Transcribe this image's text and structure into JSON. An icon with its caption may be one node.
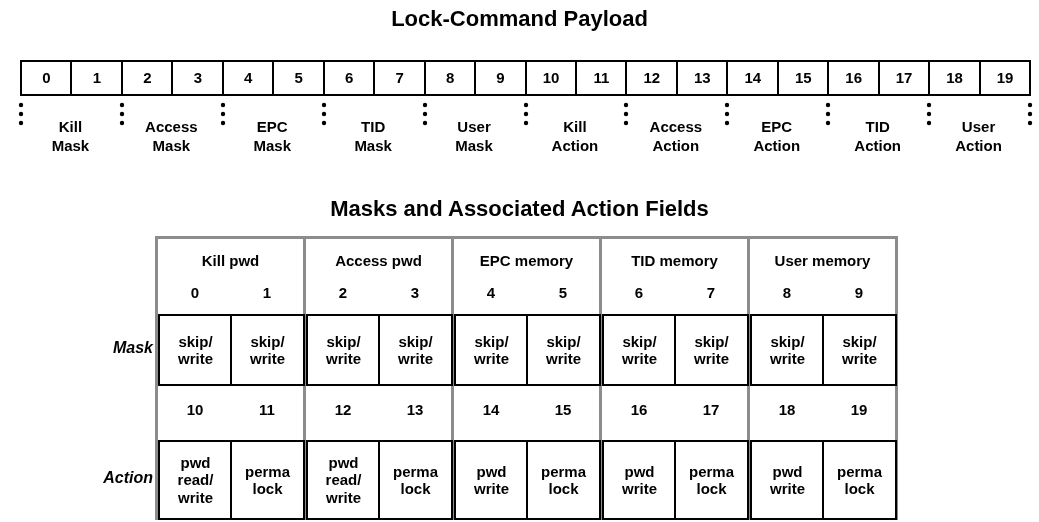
{
  "diagram": {
    "title": "Lock-Command Payload",
    "labels": [
      "0",
      "1",
      "2",
      "3",
      "4",
      "5",
      "6",
      "7",
      "8",
      "9",
      "10",
      "11",
      "12",
      "13",
      "14",
      "15",
      "16",
      "17",
      "18",
      "19",
      "Kill Mask",
      "Access Mask",
      "EPC Mask",
      "TID Mask",
      "User Mask",
      "Kill Action",
      "Access Action",
      "EPC Action",
      "TID Action",
      "User Action",
      "Masks and Associated Action Fields",
      "Kill pwd",
      "Access pwd",
      "EPC memory",
      "TID memory",
      "User memory",
      "0",
      "1",
      "2",
      "3",
      "4",
      "5",
      "6",
      "7",
      "8",
      "9",
      "Mask",
      "skip/ write",
      "skip/ write",
      "skip/ write",
      "skip/ write",
      "skip/ write",
      "skip/ write",
      "skip/ write",
      "skip/ write",
      "skip/ write",
      "skip/ write",
      "10",
      "11",
      "12",
      "13",
      "14",
      "15",
      "16",
      "17",
      "18",
      "19",
      "Action",
      "pwd read/ write",
      "perma lock",
      "pwd read/ write",
      "perma lock",
      "pwd write",
      "perma lock",
      "pwd write",
      "perma lock",
      "pwd write",
      "perma lock"
    ]
  }
}
